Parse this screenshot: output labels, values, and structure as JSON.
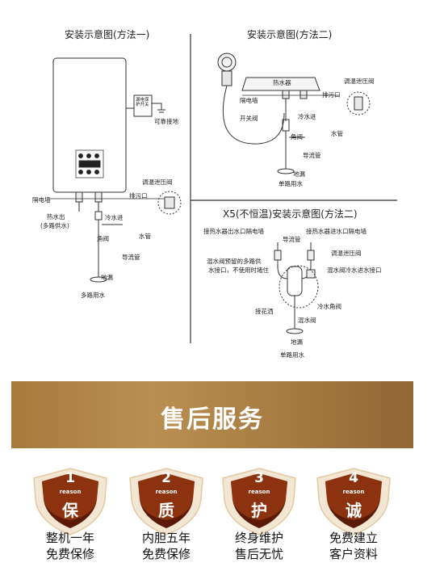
{
  "diagram1": {
    "title": "安装示意图(方法一)",
    "leak_switch": "漏电保护开关",
    "ground": "可靠接地",
    "thermostatic_valve": "调温泄压阀",
    "wall": "隔电墙",
    "drain": "排污口",
    "hot_out": "热水出",
    "hot_out_note": "(多路供水)",
    "cold_in": "冷水进",
    "water_pipe": "水管",
    "angle_valve": "角阀",
    "flow_pipe": "导流管",
    "floor_drain": "地漏",
    "caption": "多路用水"
  },
  "diagram2": {
    "title": "安装示意图(方法二)",
    "heater": "热水器",
    "thermostatic_valve": "调温泄压阀",
    "drain": "排污口",
    "wall": "隔电墙",
    "switch_valve": "开关阀",
    "cold_in": "冷水进",
    "water_pipe": "水管",
    "angle_valve": "角阀",
    "flow_pipe": "导流管",
    "floor_drain": "地漏",
    "caption": "单路用水",
    "valve_tag": "调温泄压阀"
  },
  "diagram3": {
    "title": "X5(不恒温)安装示意图(方法二)",
    "outlet_wall": "接热水器出水口隔电墙",
    "inlet_wall": "接热水器进水口隔电墙",
    "flow_pipe": "导流管",
    "thermostatic_valve": "调温泄压阀",
    "mixer_note_1": "混水阀预留的多路供",
    "mixer_note_2": "水接口，不使用时堵住",
    "mixer_cold_port": "混水阀冷水进水接口",
    "shower": "接花洒",
    "cold_angle": "冷水角阀",
    "mixer_valve": "混水阀",
    "floor_drain": "地漏",
    "caption": "单路用水"
  },
  "service": {
    "title": "售后服务",
    "badges": [
      {
        "num": "1",
        "reason": "reason",
        "char": "保",
        "line1": "整机一年",
        "line2": "免费保修"
      },
      {
        "num": "2",
        "reason": "reason",
        "char": "质",
        "line1": "内胆五年",
        "line2": "免费保修"
      },
      {
        "num": "3",
        "reason": "reason",
        "char": "护",
        "line1": "终身维护",
        "line2": "售后无忧"
      },
      {
        "num": "4",
        "reason": "reason",
        "char": "诚",
        "line1": "免费建立",
        "line2": "客户资料"
      }
    ]
  },
  "colors": {
    "banner": "#a77a3c",
    "badge_dark": "#5a1a06",
    "badge_orange": "#e8742a",
    "badge_ring": "#e4c9a4"
  }
}
